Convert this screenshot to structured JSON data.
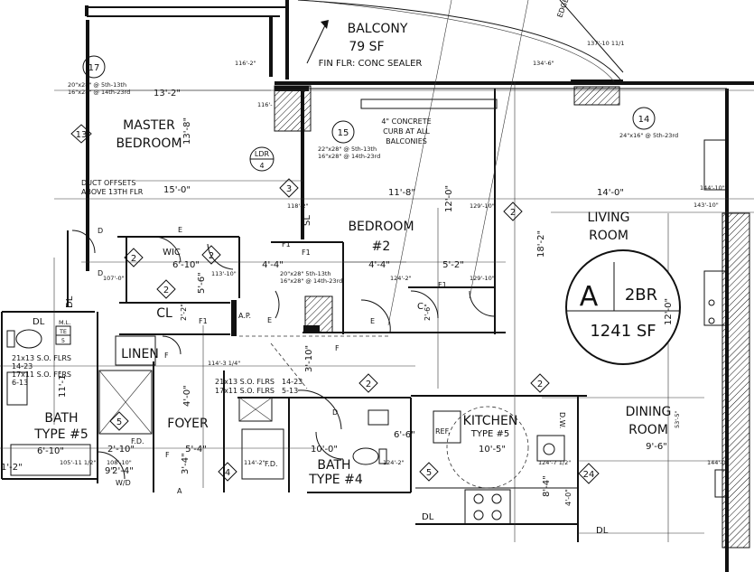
{
  "rooms": {
    "balcony": "BALCONY",
    "balcony_area": "79 SF",
    "balcony_floor": "FIN FLR: CONC SEALER",
    "master": "MASTER",
    "master2": "BEDROOM",
    "bedroom": "BEDROOM",
    "bedroom_no": "#2",
    "living": "LIVING",
    "living2": "ROOM",
    "dining": "DINING",
    "dining2": "ROOM",
    "kitchen": "KITCHEN",
    "kitchen_type": "TYPE #5",
    "foyer": "FOYER",
    "bath_left": "BATH",
    "bath_left_type": "TYPE #5",
    "bath_right": "BATH",
    "bath_right_type": "TYPE #4",
    "wic": "WIC",
    "linen": "LINEN",
    "closet": "CL"
  },
  "unit_tag": {
    "letter": "A",
    "type": "2BR",
    "area": "1241 SF"
  },
  "callouts": {
    "c17": "17",
    "c15": "15",
    "c14": "14",
    "ldr": "LDR",
    "ldr_no": "4",
    "d13": "13",
    "d3": "3",
    "d2a": "2",
    "d2b": "2",
    "d2c": "2",
    "d2d": "2",
    "d2e": "2",
    "d2f": "2",
    "d5a": "5",
    "d5b": "5",
    "d4": "4",
    "d24": "24",
    "te": "TE",
    "te_no": "5",
    "edge": "EDGE"
  },
  "notes": {
    "sash17a": "20\"x28\" @ 5th-13th",
    "sash17b": "16\"x28\" @ 14th-23rd",
    "sash15a": "22\"x28\" @ 5th-13th",
    "sash15b": "16\"x28\" @ 14th-23rd",
    "sash14": "24\"x16\" @ 5th-23rd",
    "curb1": "4\" CONCRETE",
    "curb2": "CURB AT ALL",
    "curb3": "BALCONIES",
    "duct1": "DUCT OFFSETS",
    "duct2": "ABOVE 13TH FLR",
    "flrs_l1": "21x13 S.O. FLRS",
    "flrs_l2": "14-23",
    "flrs_l3": "17x11 S.O. FLRS",
    "flrs_l4": "6-13",
    "flrs_c1": "21x13 S.O. FLRS",
    "flrs_c2": "14-23",
    "flrs_c3": "17x11 S.O. FLRS",
    "flrs_c4": "5-13",
    "sash_bd1": "20\"x28\" 5th-13th",
    "sash_bd2": "16\"x28\" @ 14th-23rd",
    "ml": "M.L.",
    "ref": "REF.",
    "fd": "F.D.",
    "fd2": "F.D.",
    "ap": "A.P.",
    "wd": "W/D",
    "dl1": "DL",
    "dl2": "DL",
    "dl3": "DL",
    "dl4": "DL",
    "sl": "SL",
    "dw": "D.W.",
    "e1": "E",
    "e2": "E",
    "e3": "E",
    "d_a": "D",
    "d_b": "D",
    "d_c": "D",
    "f_a": "F",
    "f_b": "F",
    "f_c": "F",
    "f1a": "F1",
    "f1b": "F1",
    "f1c": "F1",
    "f1d": "F1",
    "a_mark": "A",
    "c_mark": "C"
  },
  "dims": {
    "d1": "13'-2\"",
    "d2": "15'-0\"",
    "d3": "11'-8\"",
    "d4": "14'-0\"",
    "d5": "6'-10\"",
    "d6": "4'-4\"",
    "d7": "4'-4\"",
    "d8": "5'-2\"",
    "d9": "18'-2\"",
    "d10": "12'-0\"",
    "d11": "12'-0\"",
    "d12": "13'-8\"",
    "d13": "10'-0\"",
    "d14": "10'-5\"",
    "d15": "9'-6\"",
    "d16": "6'-10\"",
    "d17": "5'-4\"",
    "d18": "2'-4\"",
    "d19": "2'-10\"",
    "d20": "11'-1\"",
    "d21": "4'-0\"",
    "d22": "6'-6\"",
    "d23": "8'-4\"",
    "d24": "3'-10\"",
    "d25": "2'-6\"",
    "d26": "2'-2\"",
    "d27": "124'-2\"",
    "d28": "129'-10\"",
    "d29": "129'-10\"",
    "d30": "118'-2\"",
    "d31": "113'-10\"",
    "d32": "107'-0\"",
    "d33": "116'-2\"",
    "d34": "116'-",
    "d35": "137'-10 11/1",
    "d36": "134'-6\"",
    "d37": "144'-10\"",
    "d38": "143'-10\"",
    "d39": "144'-0\"",
    "d40": "105'-11 1/2\"",
    "d41": "108'-10\"",
    "d42": "114'-2\"",
    "d43": "124'-7 1/2\"",
    "d44": "124'-2\"",
    "d45": "114'-3 1/4\"",
    "d46": "9\"",
    "d47": "1'-2\"",
    "d48": "3'-4\"",
    "d49": "53'-5\"",
    "d50": "4'-0\"",
    "d51": "5'-6\""
  }
}
